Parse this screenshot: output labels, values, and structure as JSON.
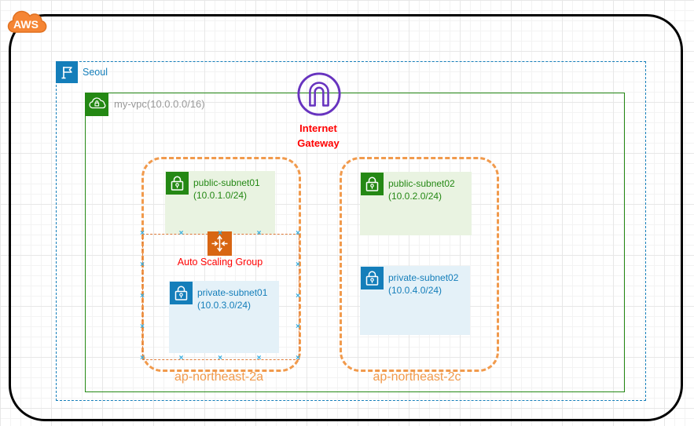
{
  "diagram": {
    "aws_cloud": {
      "label": "AWS"
    },
    "region": {
      "label": "Seoul"
    },
    "vpc": {
      "label": "my-vpc(10.0.0.0/16)"
    },
    "internet_gateway": {
      "label_line1": "Internet",
      "label_line2": "Gateway"
    },
    "auto_scaling_group": {
      "label": "Auto Scaling Group"
    },
    "availability_zones": [
      {
        "label": "ap-northeast-2a",
        "subnets": [
          {
            "type": "public",
            "name": "public-subnet01",
            "cidr": "(10.0.1.0/24)"
          },
          {
            "type": "private",
            "name": "private-subnet01",
            "cidr": "(10.0.3.0/24)"
          }
        ]
      },
      {
        "label": "ap-northeast-2c",
        "subnets": [
          {
            "type": "public",
            "name": "public-subnet02",
            "cidr": "(10.0.2.0/24)"
          },
          {
            "type": "private",
            "name": "private-subnet02",
            "cidr": "(10.0.4.0/24)"
          }
        ]
      }
    ],
    "icons": [
      "aws-cloud-icon",
      "region-flag-icon",
      "vpc-cloud-lock-icon",
      "internet-gateway-icon",
      "public-subnet-lock-icon",
      "private-subnet-lock-icon",
      "auto-scaling-icon",
      "connection-point-x-icon"
    ],
    "colors": {
      "aws_orange": "#F58534",
      "region_blue": "#147EBA",
      "vpc_green": "#248814",
      "public_subnet_fill": "#E9F3E1",
      "private_subnet_fill": "#E4F1F8",
      "az_border_orange": "#F19A4C",
      "asg_icon_orange": "#D86613",
      "asg_box_dash_orange": "#E07B39",
      "igw_purple": "#6733BF",
      "label_red": "#FF0000",
      "vpc_label_gray": "#999999",
      "connection_point_blue": "#33ADE1",
      "outer_border_black": "#000000"
    }
  }
}
